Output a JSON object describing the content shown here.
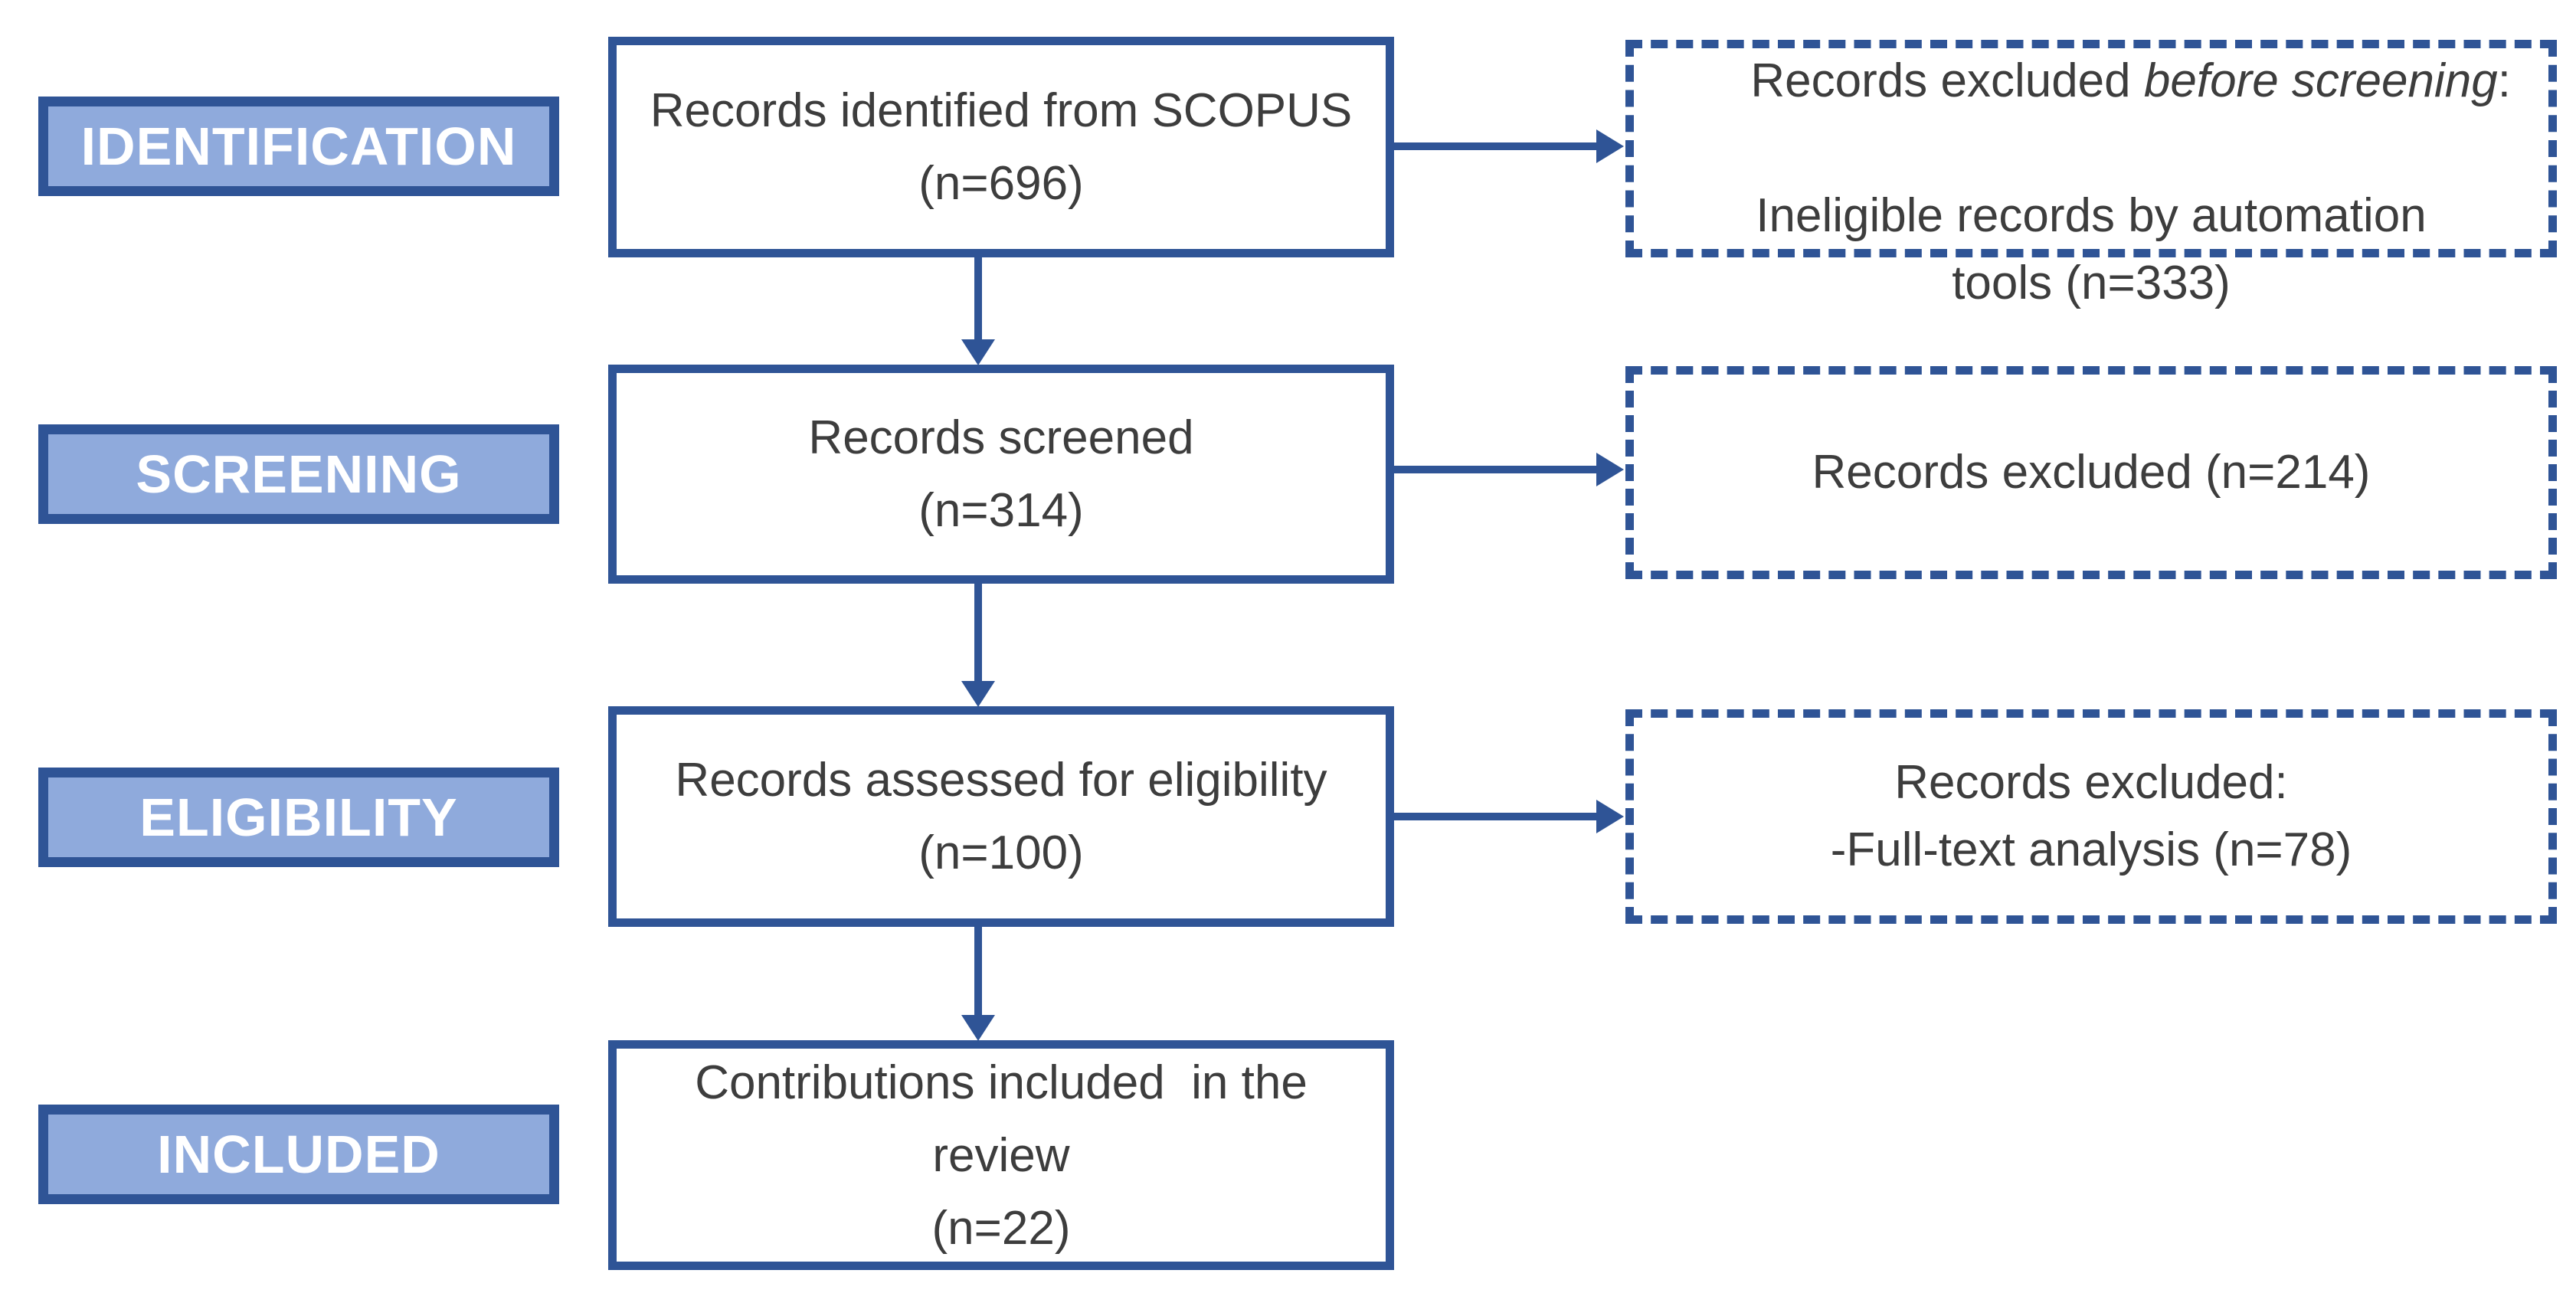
{
  "colors": {
    "accent_blue": "#2F5496",
    "stage_fill": "#8FAADC",
    "stage_text": "#FFFFFF",
    "box_text": "#3D3D3D",
    "background": "#FFFFFF"
  },
  "stages": [
    {
      "label": "IDENTIFICATION"
    },
    {
      "label": "SCREENING"
    },
    {
      "label": "ELIGIBILITY"
    },
    {
      "label": "INCLUDED"
    }
  ],
  "main_boxes": [
    {
      "lines": [
        "Records identified from SCOPUS",
        "(n=696)"
      ]
    },
    {
      "lines": [
        "Records screened",
        "(n=314)"
      ]
    },
    {
      "lines": [
        "Records assessed for eligibility",
        "(n=100)"
      ]
    },
    {
      "lines": [
        "Contributions included  in the",
        "review",
        "(n=22)"
      ]
    }
  ],
  "excluded_boxes": [
    {
      "line1_pre": "Records excluded ",
      "line1_italic": "before screening",
      "line1_post": ":",
      "line2": "Ineligible records by automation",
      "line3": "tools (n=333)"
    },
    {
      "line1": "Records excluded (n=214)"
    },
    {
      "line1": "Records excluded:",
      "line2": "-Full-text analysis (n=78)"
    }
  ]
}
